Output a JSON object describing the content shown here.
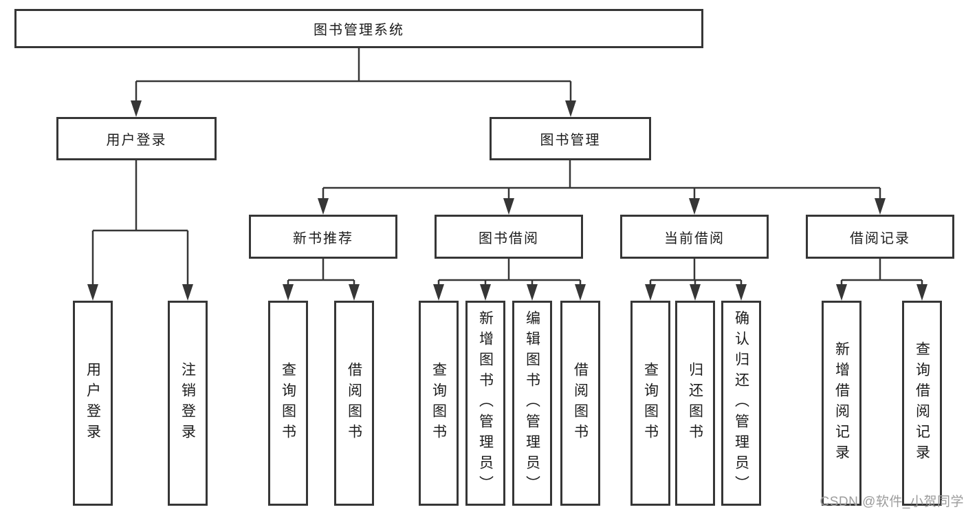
{
  "diagram": {
    "root": {
      "label": "图书管理系统"
    },
    "level2": [
      {
        "label": "用户登录"
      },
      {
        "label": "图书管理"
      }
    ],
    "level3": [
      {
        "label": "新书推荐"
      },
      {
        "label": "图书借阅"
      },
      {
        "label": "当前借阅"
      },
      {
        "label": "借阅记录"
      }
    ],
    "leaves": [
      {
        "label": "用户登录"
      },
      {
        "label": "注销登录"
      },
      {
        "label": "查询图书"
      },
      {
        "label": "借阅图书"
      },
      {
        "label": "查询图书"
      },
      {
        "label": "新增图书（管理员）"
      },
      {
        "label": "编辑图书（管理员）"
      },
      {
        "label": "借阅图书"
      },
      {
        "label": "查询图书"
      },
      {
        "label": "归还图书"
      },
      {
        "label": "确认归还（管理员）"
      },
      {
        "label": "新增借阅记录"
      },
      {
        "label": "查询借阅记录"
      }
    ],
    "line_color": "#363636"
  },
  "watermark": {
    "text": "CSDN @软件_小贺同学"
  }
}
